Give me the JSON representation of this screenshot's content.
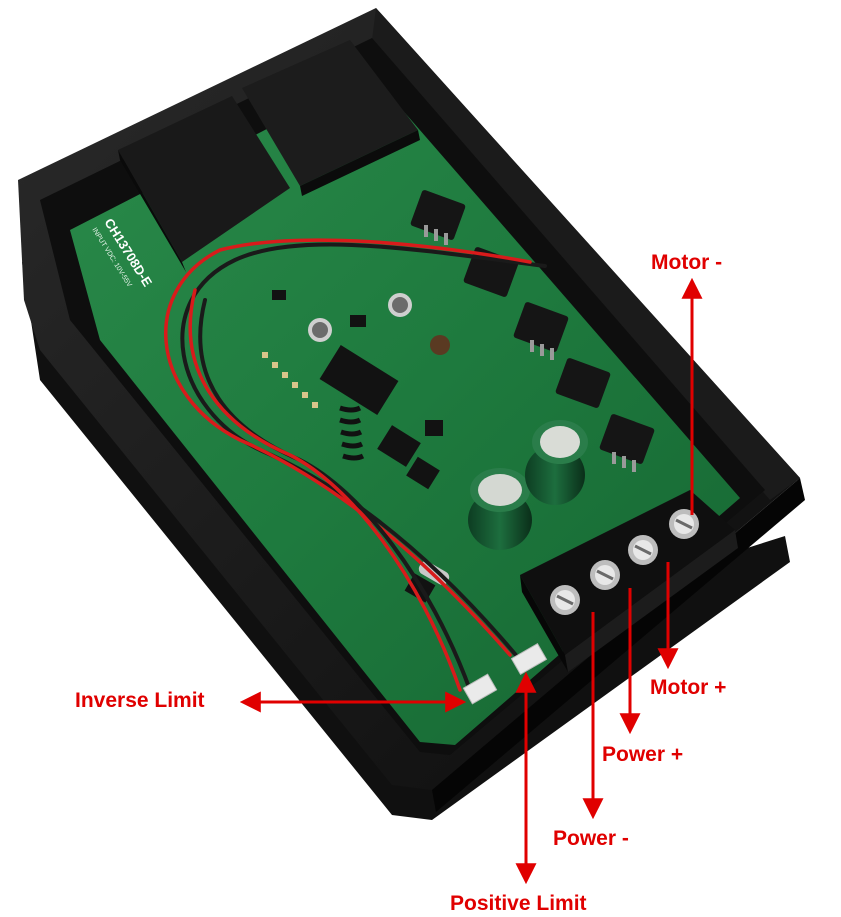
{
  "board": {
    "model": "CH13708D-E",
    "input_spec": "INPUT VDC: 10V-55V"
  },
  "labels": {
    "motor_minus": "Motor -",
    "motor_plus": "Motor +",
    "power_plus": "Power +",
    "power_minus": "Power -",
    "inverse_limit": "Inverse Limit",
    "positive_limit": "Positive Limit"
  },
  "colors": {
    "annotation": "#e00000",
    "pcb": "#1f7a3c",
    "enclosure": "#141414",
    "terminal_block": "#1a1a1a"
  }
}
